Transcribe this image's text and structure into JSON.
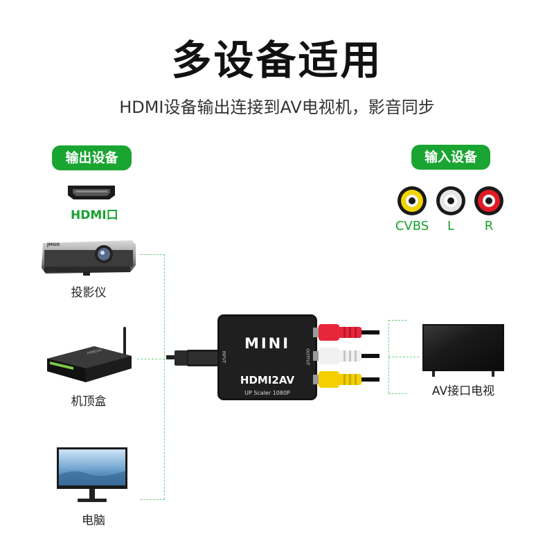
{
  "header": {
    "title": "多设备适用",
    "subtitle": "HDMI设备输出连接到AV电视机，影音同步"
  },
  "output_section": {
    "badge": "输出设备",
    "port_label": "HDMI口",
    "devices": [
      {
        "label": "投影仪",
        "icon": "projector-icon"
      },
      {
        "label": "机顶盒",
        "icon": "set-top-box-icon"
      },
      {
        "label": "电脑",
        "icon": "monitor-icon"
      }
    ]
  },
  "input_section": {
    "badge": "输入设备",
    "jacks": [
      {
        "label": "CVBS",
        "color": "#f2d400"
      },
      {
        "label": "L",
        "color": "#e8e8e8"
      },
      {
        "label": "R",
        "color": "#e01b24"
      }
    ]
  },
  "converter": {
    "brand": "MINI",
    "model": "HDMI2AV",
    "spec": "UP Scaler 1080P",
    "input_label": "INPUT",
    "output_label": "OUTPUT"
  },
  "tv": {
    "label": "AV接口电视"
  },
  "colors": {
    "accent": "#1aa532",
    "dash": "#6fcf7f"
  }
}
